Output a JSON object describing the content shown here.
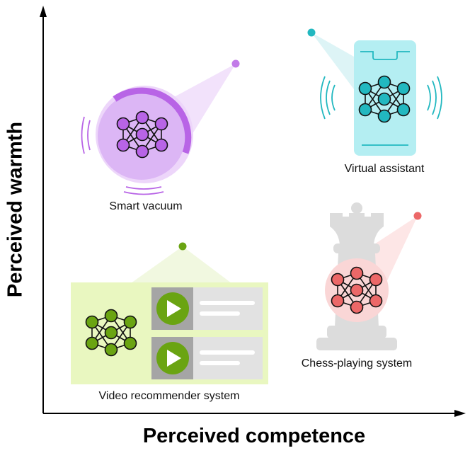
{
  "axes": {
    "x_label": "Perceived competence",
    "y_label": "Perceived warmth"
  },
  "items": {
    "smart_vacuum": {
      "label": "Smart vacuum",
      "color": "#b864e6"
    },
    "virtual_assistant": {
      "label": "Virtual assistant",
      "color": "#22b8c0"
    },
    "video_recommender": {
      "label": "Video recommender system",
      "color": "#6aa412"
    },
    "chess_system": {
      "label": "Chess-playing system",
      "color": "#ec6868"
    }
  }
}
